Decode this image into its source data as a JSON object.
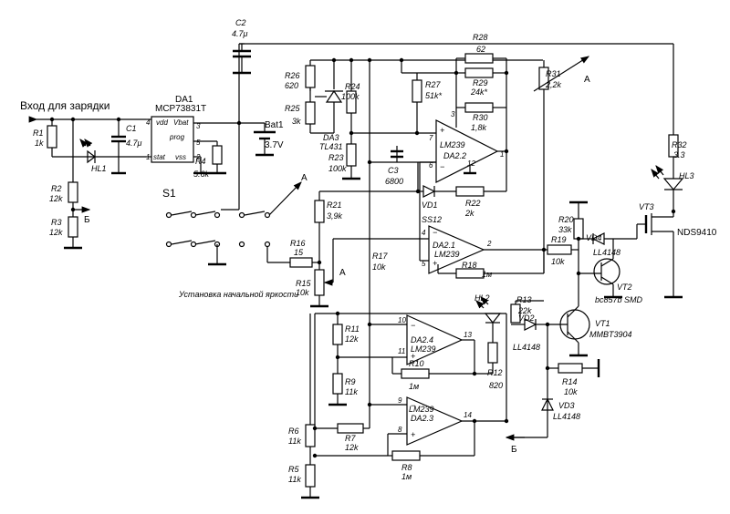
{
  "input_label": "Вход для зарядки",
  "bottom_note": "Установка начальной яркости",
  "switch_label": "S1",
  "chip": {
    "name": "DA1",
    "part": "MCP73831T",
    "vdd": "vdd",
    "vbat": "Vbat",
    "prog": "prog",
    "stat": "stat",
    "vss": "vss"
  },
  "battery": {
    "ref": "Bat1",
    "value": "3.7V"
  },
  "components": {
    "R1": [
      "R1",
      "1k"
    ],
    "R2": [
      "R2",
      "12k"
    ],
    "R3": [
      "R3",
      "12k"
    ],
    "R4": [
      "R4",
      "5.6k"
    ],
    "C1": [
      "C1",
      "4.7μ"
    ],
    "C2": [
      "C2",
      "4.7μ"
    ],
    "C3": [
      "C3",
      "6800"
    ],
    "HL1": [
      "HL1"
    ],
    "HL2": [
      "HL2"
    ],
    "HL3": [
      "HL3"
    ],
    "R5": [
      "R5",
      "11k"
    ],
    "R6": [
      "R6",
      "11k"
    ],
    "R7": [
      "R7",
      "12k"
    ],
    "R8": [
      "R8",
      "1м"
    ],
    "R9": [
      "R9",
      "11k"
    ],
    "R10": [
      "R10",
      "1м"
    ],
    "R11": [
      "R11",
      "12k"
    ],
    "R12": [
      "R12",
      "820"
    ],
    "R13": [
      "R13",
      "22k"
    ],
    "R14": [
      "R14",
      "10k"
    ],
    "R15": [
      "R15",
      "10k"
    ],
    "R16": [
      "R16",
      "15"
    ],
    "R17": [
      "R17",
      "10k"
    ],
    "R18": [
      "R18",
      "1м"
    ],
    "R19": [
      "R19",
      "10k"
    ],
    "R20": [
      "R20",
      "33k"
    ],
    "R21": [
      "R21",
      "3,9k"
    ],
    "R22": [
      "R22",
      "2k"
    ],
    "R23": [
      "R23",
      "100k"
    ],
    "R24": [
      "R24",
      "100k"
    ],
    "R25": [
      "R25",
      "3k"
    ],
    "R26": [
      "R26",
      "620"
    ],
    "R27": [
      "R27",
      "51k*"
    ],
    "R28": [
      "R28",
      "62"
    ],
    "R29": [
      "R29",
      "24k*"
    ],
    "R30": [
      "R30",
      "1,8k"
    ],
    "R31": [
      "R31",
      "2,2k"
    ],
    "R32": [
      "R32",
      "3.3"
    ],
    "DA3": [
      "DA3",
      "TL431"
    ],
    "VD1": [
      "VD1",
      "SS12"
    ],
    "VD2": [
      "VD2",
      "LL4148"
    ],
    "VD3": [
      "VD3",
      "LL4148"
    ],
    "VD4": [
      "VD4",
      "LL4148"
    ],
    "VT1": [
      "VT1",
      "MMBT3904"
    ],
    "VT2": [
      "VT2",
      "bc857b SMD"
    ],
    "VT3": [
      "VT3",
      "NDS9410"
    ]
  },
  "opamps": {
    "DA22": {
      "ref": "DA2.2",
      "part": "LM239"
    },
    "DA21": {
      "ref": "DA2.1",
      "part": "LM239"
    },
    "DA24": {
      "ref": "DA2.4",
      "part": "LM239"
    },
    "DA23": {
      "ref": "DA2.3",
      "part": "LM239"
    }
  },
  "node_a": "A",
  "node_b": "Б",
  "pins": [
    "1",
    "2",
    "3",
    "4",
    "5",
    "6",
    "7",
    "8",
    "9",
    "10",
    "11",
    "12",
    "13",
    "14"
  ],
  "plus": "+",
  "minus": "−"
}
